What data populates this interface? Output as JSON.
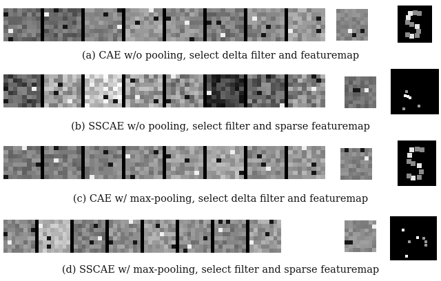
{
  "rows": [
    {
      "caption": "(a) CAE w/o pooling, select delta filter and featuremap",
      "tile_tones": [
        "#707070",
        "#6b6b6b",
        "#858585",
        "#9a9a9a",
        "#8e8e8e",
        "#7a7a7a",
        "#888888",
        "#9c9c9c"
      ],
      "filter_tone": "#8a8a8a",
      "fmap_style": "digit"
    },
    {
      "caption": "(b) SSCAE w/o pooling, select filter and sparse featuremap",
      "tile_tones": [
        "#5a5a5a",
        "#a5a5a5",
        "#cfcfcf",
        "#9b9b9b",
        "#8d8d8d",
        "#3c3c3c",
        "#6a6a6a",
        "#8a8a8a"
      ],
      "filter_tone": "#707070",
      "fmap_style": "sparse"
    },
    {
      "caption": "(c) CAE w/ max-pooling, select delta filter and featuremap",
      "tile_tones": [
        "#7e7e7e",
        "#7a7a7a",
        "#828282",
        "#8c8c8c",
        "#9a9a9a",
        "#a8a8a8",
        "#8f8f8f",
        "#9b9b9b"
      ],
      "filter_tone": "#858585",
      "fmap_style": "digit"
    },
    {
      "caption": "(d) SSCAE w/ max-pooling, select filter and sparse featuremap",
      "tile_tones": [
        "#8a8a8a",
        "#b5b5b5",
        "#7d7d7d",
        "#8f8f8f",
        "#999999",
        "#8a8a8a",
        "#868686",
        "#9a9a9a"
      ],
      "filter_tone": "#8d8d8d",
      "fmap_style": "sparse"
    }
  ]
}
